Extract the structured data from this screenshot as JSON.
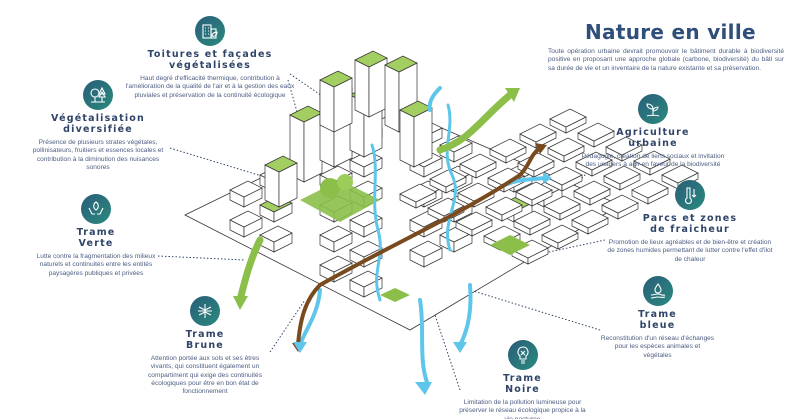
{
  "header": {
    "title": "Nature en ville",
    "intro": "Toute opération urbaine devrait promouvoir le bâtiment durable à biodiversité positive en proposant une approche globale (carbone, biodiversité) du bâti sur sa durée de vie et un inventaire de la nature existante et sa préservation."
  },
  "colors": {
    "title": "#2f4e7a",
    "icon_gradient_start": "#2a5d79",
    "icon_gradient_end": "#2a8a7e",
    "green_corridor": "#8bbf4a",
    "brown_corridor": "#7a4a1f",
    "blue_corridor": "#5ec6ea",
    "roof_green": "#a3cf62"
  },
  "themes": [
    {
      "id": "toitures",
      "icon": "green-building-icon",
      "title_line1": "Toitures et façades",
      "title_line2": "végétalisées",
      "description": "Haut degré d'efficacité thermique, contribution à l'amélioration de la qualité de l'air et à la gestion des eaux pluviales et préservation de la continuité écologique"
    },
    {
      "id": "vegetalisation",
      "icon": "trees-icon",
      "title_line1": "Végétalisation",
      "title_line2": "diversifiée",
      "description": "Présence de plusieurs strates végétales, pollinisateurs, fruitiers et essences locales et contribution à la diminution des nuisances sonores"
    },
    {
      "id": "trame-verte",
      "icon": "hands-leaf-icon",
      "title_line1": "Trame",
      "title_line2": "Verte",
      "description": "Lutte contre la fragmentation des milieux naturels et continuités entre les entités paysagères publiques et privées"
    },
    {
      "id": "trame-brune",
      "icon": "soil-insect-icon",
      "title_line1": "Trame",
      "title_line2": "Brune",
      "description": "Attention portée aux sols et ses êtres vivants, qui constituent également un compartiment qui exige des continuités écologiques pour être en bon état de fonctionnement"
    },
    {
      "id": "trame-noire",
      "icon": "lightbulb-off-icon",
      "title_line1": "Trame",
      "title_line2": "Noire",
      "description": "Limitation de la pollution lumineuse pour préserver le réseau écologique propice à la vie nocturne"
    },
    {
      "id": "agriculture",
      "icon": "sprout-icon",
      "title_line1": "Agriculture",
      "title_line2": "urbaine",
      "description": "Pédagogie, création de liens sociaux et invitation des usagers à agir en faveur de la biodiversité"
    },
    {
      "id": "parcs",
      "icon": "thermometer-icon",
      "title_line1": "Parcs et zones",
      "title_line2": "de fraicheur",
      "description": "Promotion de lieux agréables et de bien-être et création de zones humides permettant de lutter contre l'effet d'ilot de chaleur"
    },
    {
      "id": "trame-bleue",
      "icon": "water-hand-icon",
      "title_line1": "Trame",
      "title_line2": "bleue",
      "description": "Reconstitution d'un réseau d'échanges pour les espèces animales et végétales"
    }
  ]
}
